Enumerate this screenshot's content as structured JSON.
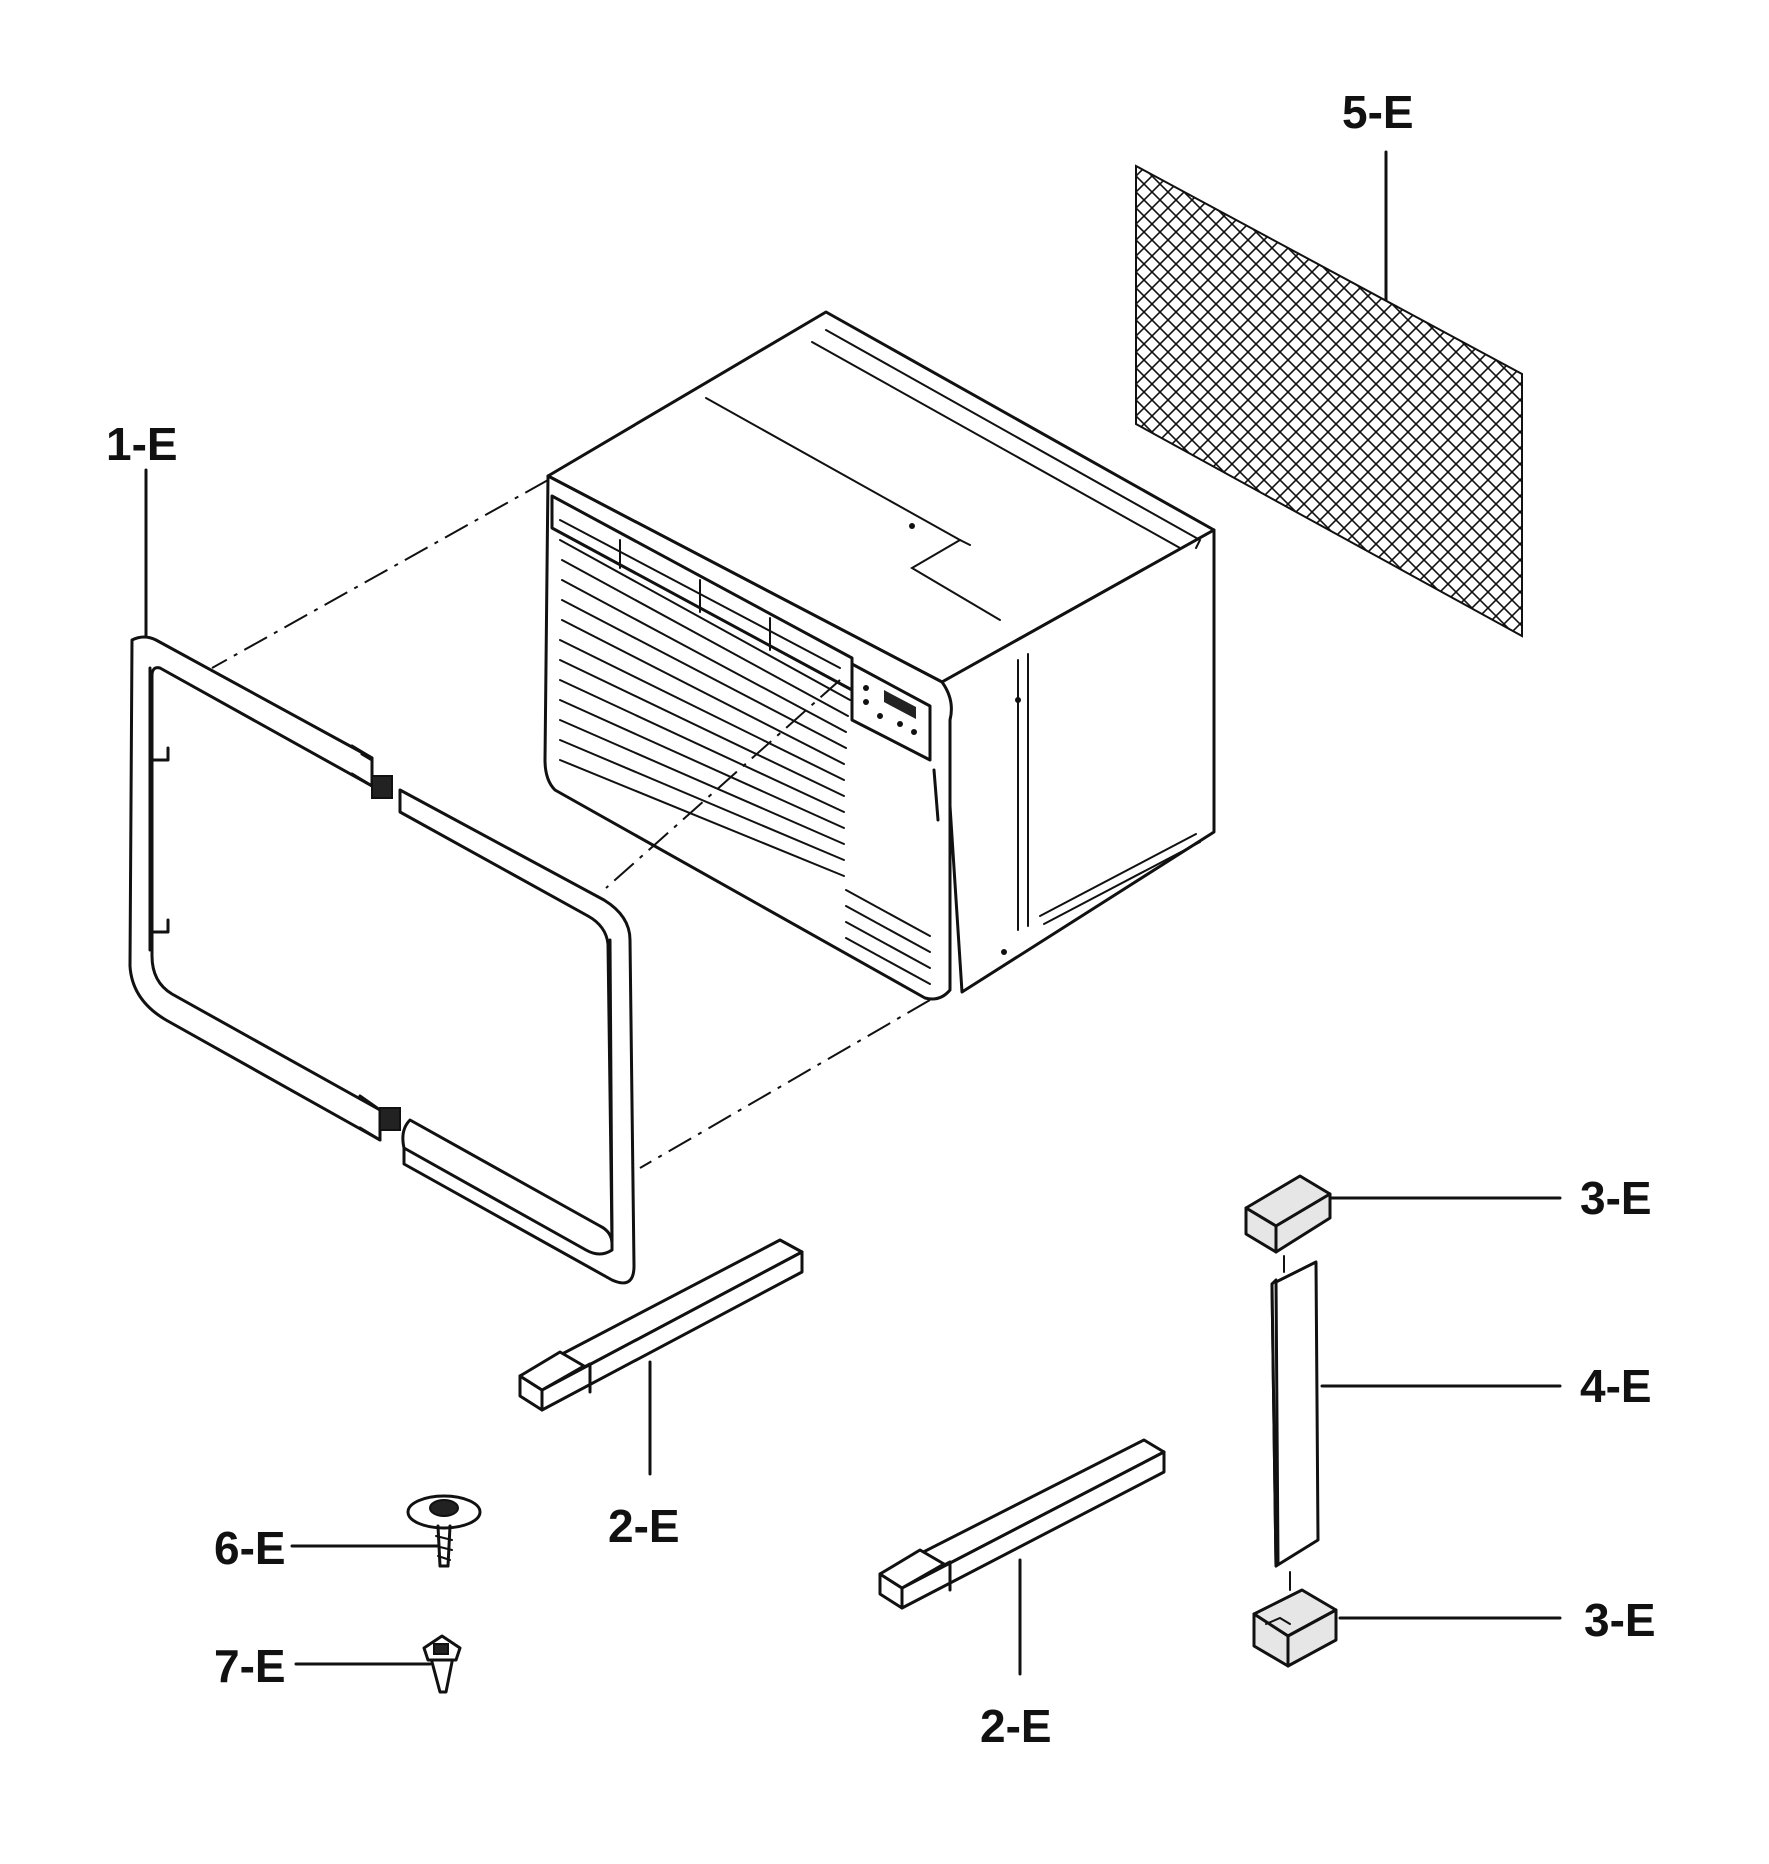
{
  "diagram": {
    "labels": {
      "frame": "1-E",
      "panel_upper": "2-E",
      "panel_lower": "2-E",
      "block_top": "3-E",
      "block_bottom": "3-E",
      "strip": "4-E",
      "mesh": "5-E",
      "screw": "6-E",
      "clip": "7-E"
    }
  }
}
